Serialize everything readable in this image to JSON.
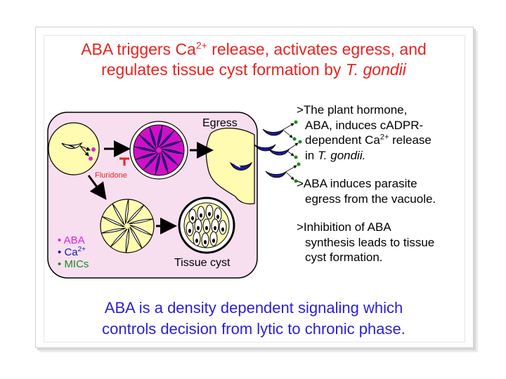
{
  "title": {
    "part1": "ABA triggers Ca",
    "sup": "2+",
    "part2": " release, activates egress, and",
    "line2a": "regulates tissue cyst formation by ",
    "italic": "T. gondii"
  },
  "diagram": {
    "egress_label": "Egress",
    "fluridone_label": "Fluridone",
    "tissue_cyst_label": "Tissue cyst",
    "legend": [
      {
        "bullet": "•",
        "text": "ABA",
        "color": "#e020e0"
      },
      {
        "bullet": "•",
        "text": "Ca",
        "sup": "2+",
        "color": "#1a1aa0"
      },
      {
        "bullet": "•",
        "text": "MICs",
        "color": "#1a8a1a"
      }
    ]
  },
  "bullets": {
    "b1_l1": ">The plant hormone,",
    "b1_l2": "ABA, induces cADPR-",
    "b1_l3a": "dependent Ca",
    "b1_l3sup": "2+",
    "b1_l3b": " release",
    "b1_l4a": "in ",
    "b1_l4i": "T. gondii.",
    "b2_l1": ">ABA induces parasite",
    "b2_l2": "egress from the vacuole.",
    "b3_l1": ">Inhibition of ABA",
    "b3_l2": "synthesis leads to tissue",
    "b3_l3": "cyst formation."
  },
  "conclusion": {
    "line1": "ABA is a density dependent signaling which",
    "line2": "controls decision from lytic to chronic phase."
  },
  "colors": {
    "title": "#e8231f",
    "conclusion": "#2a1fd6",
    "panel_bg": "#f8dff0",
    "cell_yellow": "#fffbb0",
    "vacuole_purple": "#d010c8",
    "parasite_navy": "#1c1c8c"
  }
}
